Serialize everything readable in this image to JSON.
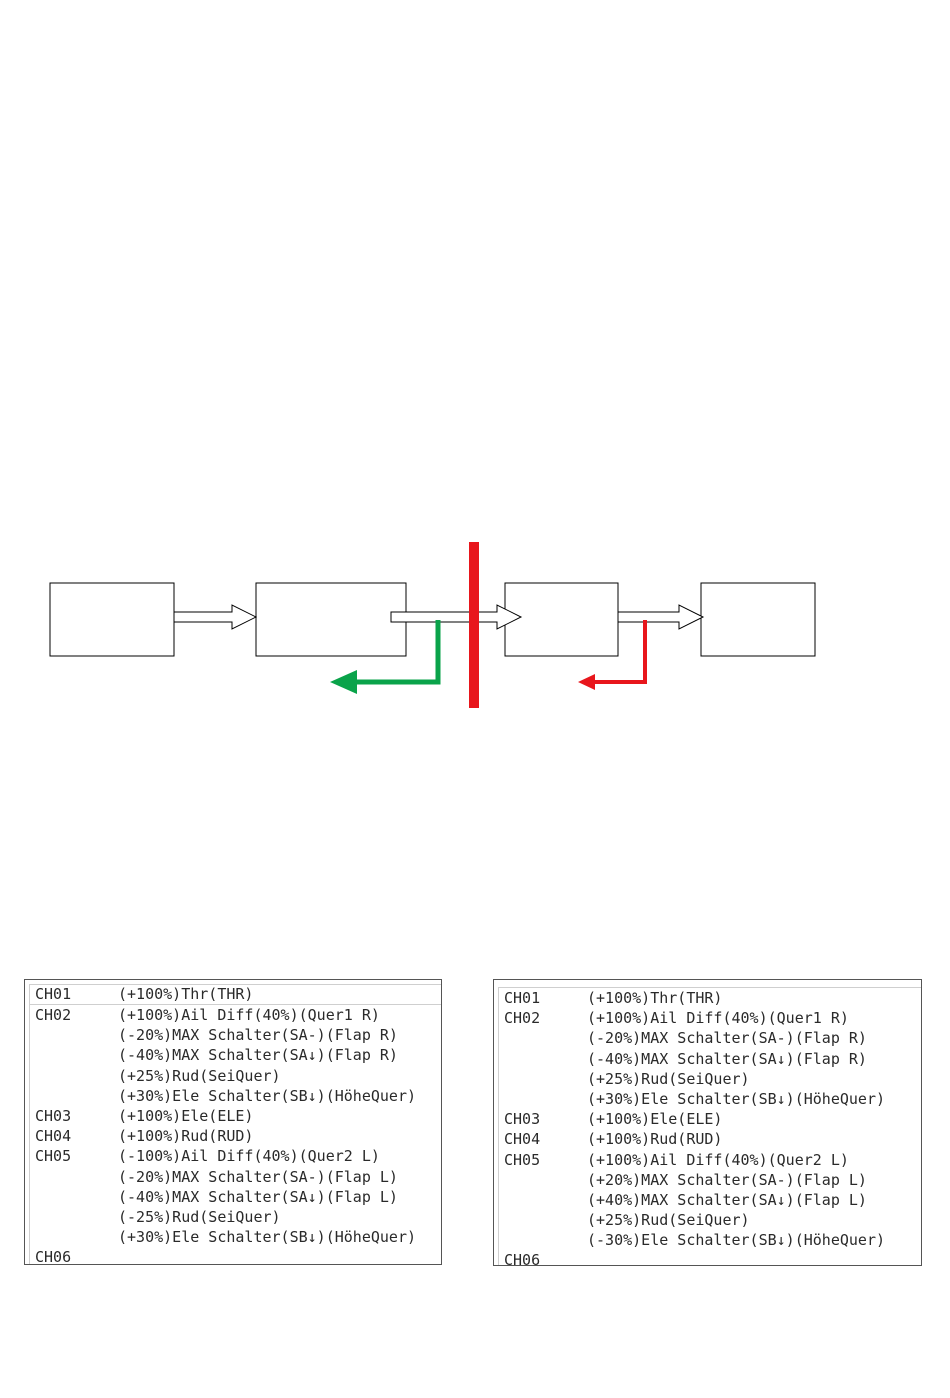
{
  "diagram": {
    "colors": {
      "box_stroke": "#000000",
      "blocker": "#e8161c",
      "green_arrow": "#0aa34a",
      "red_arrow": "#e8161c"
    }
  },
  "tables": [
    {
      "id": "left",
      "rows": [
        {
          "ch": "CH01",
          "mix": "(+100%)Thr(THR)"
        },
        {
          "ch": "CH02",
          "mix": "(+100%)Ail Diff(40%)(Quer1 R)"
        },
        {
          "ch": "",
          "mix": "(-20%)MAX Schalter(SA-)(Flap R)"
        },
        {
          "ch": "",
          "mix": "(-40%)MAX Schalter(SA↓)(Flap R)"
        },
        {
          "ch": "",
          "mix": "(+25%)Rud(SeiQuer)"
        },
        {
          "ch": "",
          "mix": "(+30%)Ele Schalter(SB↓)(HöheQuer)"
        },
        {
          "ch": "CH03",
          "mix": "(+100%)Ele(ELE)"
        },
        {
          "ch": "CH04",
          "mix": "(+100%)Rud(RUD)"
        },
        {
          "ch": "CH05",
          "mix": "(-100%)Ail Diff(40%)(Quer2 L)"
        },
        {
          "ch": "",
          "mix": "(-20%)MAX Schalter(SA-)(Flap L)"
        },
        {
          "ch": "",
          "mix": "(-40%)MAX Schalter(SA↓)(Flap L)"
        },
        {
          "ch": "",
          "mix": "(-25%)Rud(SeiQuer)"
        },
        {
          "ch": "",
          "mix": "(+30%)Ele Schalter(SB↓)(HöheQuer)"
        },
        {
          "ch": "CH06",
          "mix": ""
        }
      ]
    },
    {
      "id": "right",
      "rows": [
        {
          "ch": "CH01",
          "mix": "(+100%)Thr(THR)"
        },
        {
          "ch": "CH02",
          "mix": "(+100%)Ail Diff(40%)(Quer1 R)"
        },
        {
          "ch": "",
          "mix": "(-20%)MAX Schalter(SA-)(Flap R)"
        },
        {
          "ch": "",
          "mix": "(-40%)MAX Schalter(SA↓)(Flap R)"
        },
        {
          "ch": "",
          "mix": "(+25%)Rud(SeiQuer)"
        },
        {
          "ch": "",
          "mix": "(+30%)Ele Schalter(SB↓)(HöheQuer)"
        },
        {
          "ch": "CH03",
          "mix": "(+100%)Ele(ELE)"
        },
        {
          "ch": "CH04",
          "mix": "(+100%)Rud(RUD)"
        },
        {
          "ch": "CH05",
          "mix": "(+100%)Ail Diff(40%)(Quer2 L)"
        },
        {
          "ch": "",
          "mix": "(+20%)MAX Schalter(SA-)(Flap L)"
        },
        {
          "ch": "",
          "mix": "(+40%)MAX Schalter(SA↓)(Flap L)"
        },
        {
          "ch": "",
          "mix": "(+25%)Rud(SeiQuer)"
        },
        {
          "ch": "",
          "mix": "(-30%)Ele Schalter(SB↓)(HöheQuer)"
        },
        {
          "ch": "CH06",
          "mix": ""
        }
      ]
    }
  ]
}
